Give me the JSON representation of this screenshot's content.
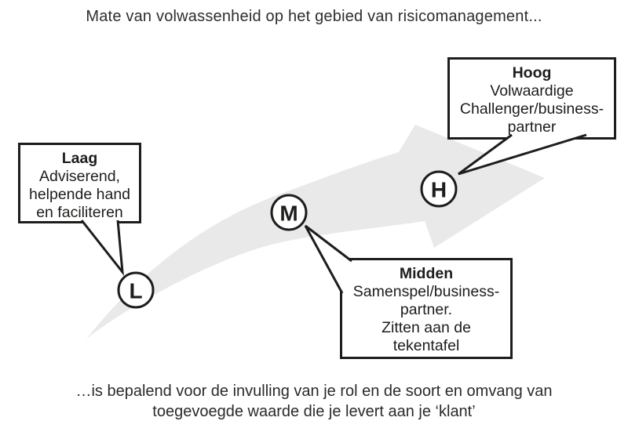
{
  "title": "Mate van volwassenheid op het gebied van risicomanagement...",
  "footer": {
    "line1": "…is bepalend voor de invulling van je rol en de soort en omvang van",
    "line2": "toegevoegde waarde die je levert aan je ‘klant’"
  },
  "levels": [
    {
      "letter": "L",
      "name": "Laag"
    },
    {
      "letter": "M",
      "name": "Midden"
    },
    {
      "letter": "H",
      "name": "Hoog"
    }
  ],
  "bubbles": {
    "laag": {
      "heading": "Laag",
      "lines": [
        "Adviserend,",
        "helpende hand",
        "en faciliteren"
      ]
    },
    "midden": {
      "heading": "Midden",
      "lines": [
        "Samenspel/business-",
        "partner.",
        "Zitten aan de",
        "tekentafel"
      ]
    },
    "hoog": {
      "heading": "Hoog",
      "lines": [
        "Volwaardige",
        "Challenger/business-",
        "partner"
      ]
    }
  },
  "colors": {
    "arrow": "#e9e9e9",
    "ink": "#1d1d1b",
    "background": "#ffffff"
  }
}
